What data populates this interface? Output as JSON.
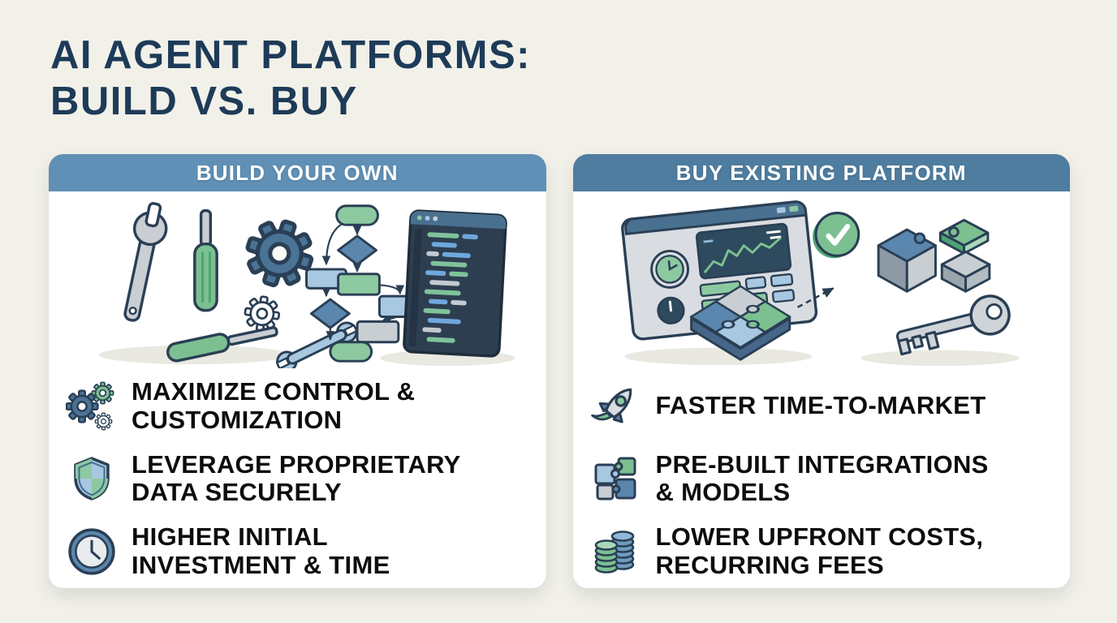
{
  "page": {
    "title_line1": "AI AGENT PLATFORMS:",
    "title_line2": "BUILD VS. BUY"
  },
  "colors": {
    "page_background": "#f2f1e9",
    "card_background": "#ffffff",
    "title_text": "#1d3b58",
    "bullet_text": "#0d0d0d",
    "outline": "#2a3f55",
    "accent_green": "#7cc091",
    "accent_blue": "#5b86ad",
    "light_blue": "#a8c7e0",
    "light_gray": "#c9ced3",
    "build_header_background": "#6090b5",
    "buy_header_background": "#4e7d9f",
    "header_text": "#ffffff"
  },
  "cards": {
    "build": {
      "header": "BUILD YOUR OWN",
      "header_color": "#6090b5",
      "illustration_icons": [
        "wrench-icon",
        "screwdriver-icon",
        "gear-icon",
        "flowchart-icon",
        "code-editor-icon"
      ],
      "bullets": [
        {
          "icon": "gears-icon",
          "text": "MAXIMIZE CONTROL &\nCUSTOMIZATION"
        },
        {
          "icon": "shield-icon",
          "text": "LEVERAGE PROPRIETARY\nDATA SECURELY"
        },
        {
          "icon": "clock-icon",
          "text": "HIGHER INITIAL\nINVESTMENT & TIME"
        }
      ]
    },
    "buy": {
      "header": "BUY EXISTING PLATFORM",
      "header_color": "#4e7d9f",
      "illustration_icons": [
        "dashboard-icon",
        "checkmark-icon",
        "puzzle-pieces-icon",
        "key-icon"
      ],
      "bullets": [
        {
          "icon": "rocket-icon",
          "text": "FASTER TIME-TO-MARKET"
        },
        {
          "icon": "puzzle-icon",
          "text": "PRE-BUILT INTEGRATIONS\n& MODELS"
        },
        {
          "icon": "coins-icon",
          "text": "LOWER UPFRONT COSTS,\nRECURRING FEES"
        }
      ]
    }
  }
}
